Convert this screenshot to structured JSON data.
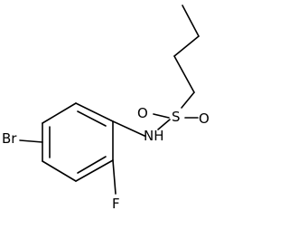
{
  "molecule": {
    "atoms": {
      "bromine": "Br",
      "fluorine": "F",
      "nitrogen_hydrogen": "NH",
      "sulfur": "S",
      "oxygen_left": "O",
      "oxygen_right": "O"
    }
  },
  "colors": {
    "bond": "#000000",
    "text": "#000000",
    "background": "#ffffff"
  }
}
